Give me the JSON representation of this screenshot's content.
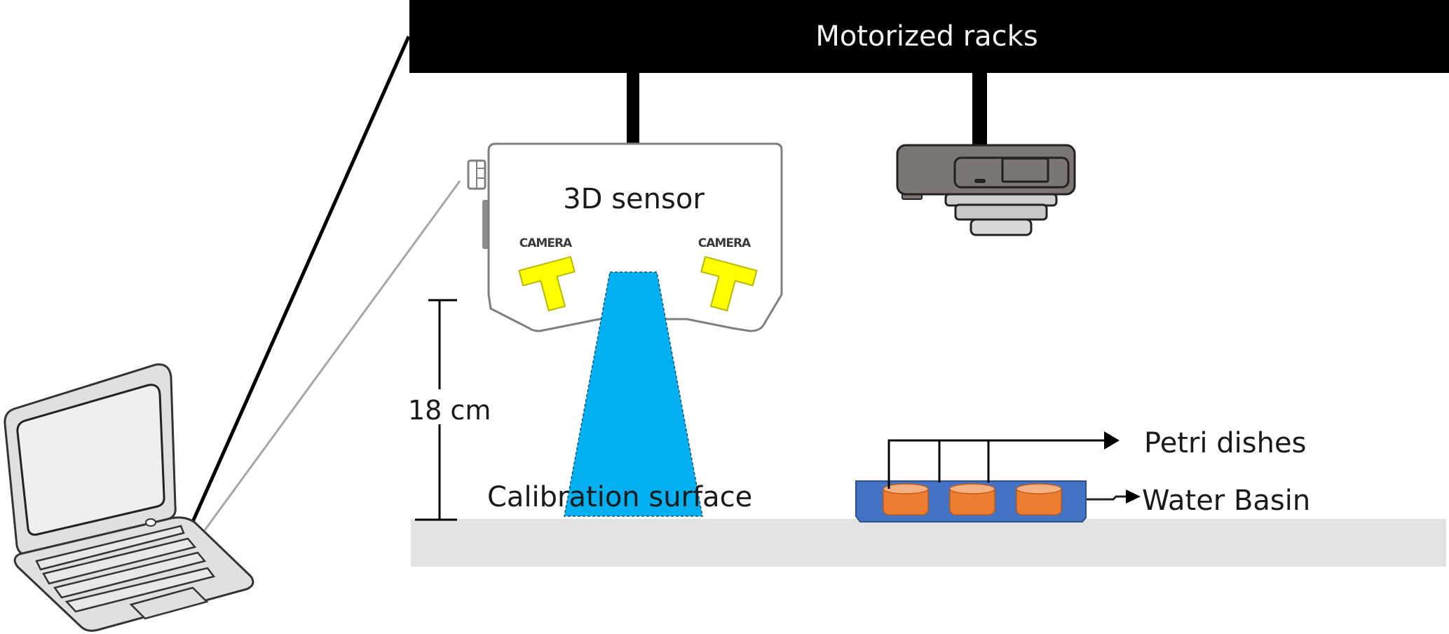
{
  "diagram": {
    "title": "Experimental setup",
    "labels": {
      "racks": "Motorized racks",
      "sensor": "3D sensor",
      "camera_left": "CAMERA",
      "camera_right": "CAMERA",
      "distance": "18 cm",
      "calibration": "Calibration surface",
      "petri": "Petri dishes",
      "basin": "Water Basin"
    },
    "components": [
      {
        "id": "laptop",
        "name": "Laptop computer"
      },
      {
        "id": "racks",
        "name": "Motorized racks"
      },
      {
        "id": "sensor",
        "name": "3D sensor"
      },
      {
        "id": "projector",
        "name": "Projector"
      },
      {
        "id": "calibration-surface",
        "name": "Calibration surface"
      },
      {
        "id": "water-basin",
        "name": "Water Basin"
      },
      {
        "id": "petri-dishes",
        "name": "Petri dishes",
        "count": 3
      }
    ],
    "colors": {
      "rack": "#000000",
      "light_beam": "#00B0F0",
      "camera": "#FFFF00",
      "basin": "#4472C4",
      "petri": "#ED7D31",
      "table": "#E3E3E3",
      "projector": "#7B7573"
    }
  }
}
